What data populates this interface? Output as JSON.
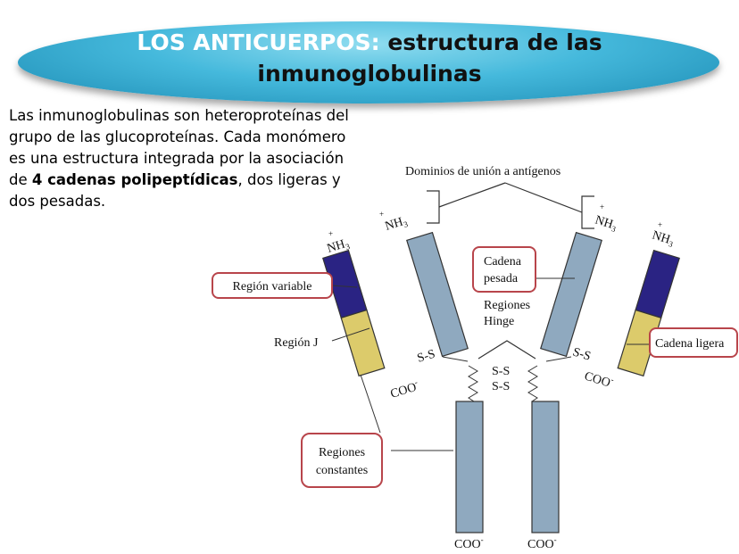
{
  "title": {
    "highlight": "LOS ANTICUERPOS:",
    "rest": "estructura de las inmunoglobulinas"
  },
  "intro": {
    "lead": "Las inmunoglobulinas son heteroproteínas del grupo de las glucoproteínas. Cada monómero es una estructura integrada por la asociación de",
    "bold": "4 cadenas polipeptídicas",
    "tail": ", dos ligeras y dos pesadas."
  },
  "diagram": {
    "dominios_label": "Dominios de unión a antígenos",
    "region_variable": "Región variable",
    "region_j": "Región J",
    "cadena_pesada": [
      "Cadena",
      "pesada"
    ],
    "regiones_hinge": [
      "Regiones",
      "Hinge"
    ],
    "cadena_ligera": "Cadena ligera",
    "regiones_constantes": [
      "Regiones",
      "constantes"
    ],
    "nh3": "NH",
    "nh3_sub": "3",
    "plus": "+",
    "coo": "COO",
    "coo_sup": "-",
    "ss": "S-S"
  },
  "colors": {
    "heavy": "#8fa9bf",
    "variable": "#2a2383",
    "constant_light": "#dccb6b",
    "callout_border": "#b8454b",
    "banner": "#45b9dc"
  }
}
